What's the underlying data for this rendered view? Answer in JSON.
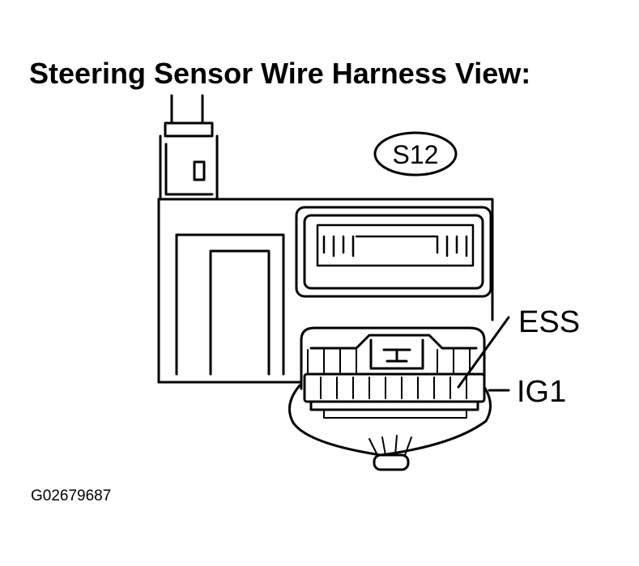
{
  "title": "Steering Sensor Wire Harness View:",
  "connector_code": "S12",
  "pin_labels": {
    "ess": "ESS",
    "ig1": "IG1"
  },
  "figure_id": "G02679687"
}
